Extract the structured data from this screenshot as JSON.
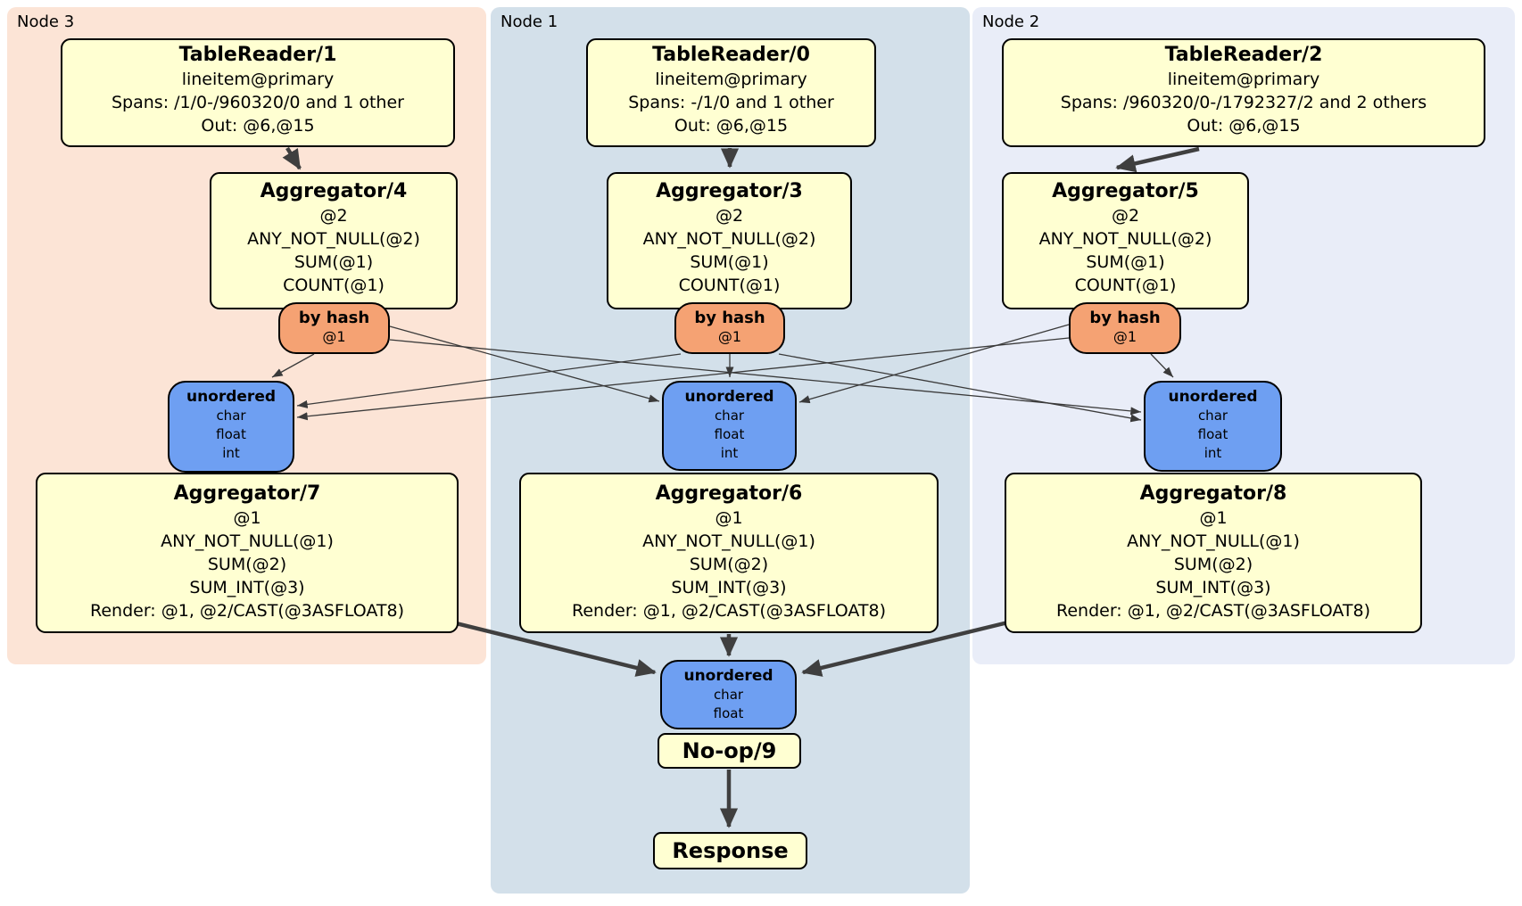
{
  "panels": {
    "node3": {
      "label": "Node 3"
    },
    "node1": {
      "label": "Node 1"
    },
    "node2": {
      "label": "Node 2"
    }
  },
  "node3": {
    "table_reader": {
      "title": "TableReader/1",
      "index": "lineitem@primary",
      "spans": "Spans: /1/0-/960320/0 and 1 other",
      "out": "Out: @6,@15"
    },
    "agg_stage1": {
      "title": "Aggregator/4",
      "group": "@2",
      "fn1": "ANY_NOT_NULL(@2)",
      "fn2": "SUM(@1)",
      "fn3": "COUNT(@1)"
    },
    "router": {
      "title": "by hash",
      "key": "@1"
    },
    "sync": {
      "title": "unordered",
      "col1": "char",
      "col2": "float",
      "col3": "int"
    },
    "agg_stage2": {
      "title": "Aggregator/7",
      "group": "@1",
      "fn1": "ANY_NOT_NULL(@1)",
      "fn2": "SUM(@2)",
      "fn3": "SUM_INT(@3)",
      "render": "Render: @1, @2/CAST(@3ASFLOAT8)"
    }
  },
  "node1": {
    "table_reader": {
      "title": "TableReader/0",
      "index": "lineitem@primary",
      "spans": "Spans: -/1/0 and 1 other",
      "out": "Out: @6,@15"
    },
    "agg_stage1": {
      "title": "Aggregator/3",
      "group": "@2",
      "fn1": "ANY_NOT_NULL(@2)",
      "fn2": "SUM(@1)",
      "fn3": "COUNT(@1)"
    },
    "router": {
      "title": "by hash",
      "key": "@1"
    },
    "sync": {
      "title": "unordered",
      "col1": "char",
      "col2": "float",
      "col3": "int"
    },
    "agg_stage2": {
      "title": "Aggregator/6",
      "group": "@1",
      "fn1": "ANY_NOT_NULL(@1)",
      "fn2": "SUM(@2)",
      "fn3": "SUM_INT(@3)",
      "render": "Render: @1, @2/CAST(@3ASFLOAT8)"
    }
  },
  "node2": {
    "table_reader": {
      "title": "TableReader/2",
      "index": "lineitem@primary",
      "spans": "Spans: /960320/0-/1792327/2 and 2 others",
      "out": "Out: @6,@15"
    },
    "agg_stage1": {
      "title": "Aggregator/5",
      "group": "@2",
      "fn1": "ANY_NOT_NULL(@2)",
      "fn2": "SUM(@1)",
      "fn3": "COUNT(@1)"
    },
    "router": {
      "title": "by hash",
      "key": "@1"
    },
    "sync": {
      "title": "unordered",
      "col1": "char",
      "col2": "float",
      "col3": "int"
    },
    "agg_stage2": {
      "title": "Aggregator/8",
      "group": "@1",
      "fn1": "ANY_NOT_NULL(@1)",
      "fn2": "SUM(@2)",
      "fn3": "SUM_INT(@3)",
      "render": "Render: @1, @2/CAST(@3ASFLOAT8)"
    }
  },
  "gateway": {
    "sync": {
      "title": "unordered",
      "col1": "char",
      "col2": "float"
    },
    "noop": {
      "title": "No-op/9"
    },
    "response": {
      "title": "Response"
    }
  },
  "colors": {
    "node3_bg": "#fce4d6",
    "node1_bg": "#d3e0ea",
    "node2_bg": "#e9edf8",
    "processor_fill": "#ffffd2",
    "router_fill": "#f5a273",
    "sync_fill": "#6e9ff2",
    "edge": "#3a3a3a"
  }
}
